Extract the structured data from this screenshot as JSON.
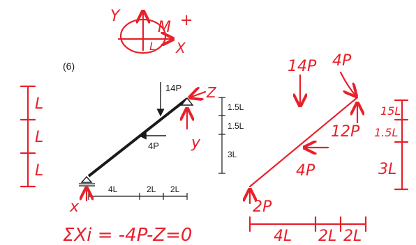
{
  "figure_number": "(6)",
  "colors": {
    "ink": "#1a1a1a",
    "handwriting": "#e8202a"
  },
  "sign_convention": {
    "y_axis": "Y",
    "x_axis": "X",
    "moment": "M",
    "positive": "+",
    "rotation_mark": "L"
  },
  "printed_diagram": {
    "load_vertical": "14P",
    "load_horizontal": "4P",
    "vertical_dims": [
      "1.5L",
      "1.5L",
      "3L"
    ],
    "horizontal_dims": [
      "4L",
      "2L",
      "2L"
    ]
  },
  "handwritten_annotations": {
    "top_reaction": "Z",
    "top_vertical_reaction": "y",
    "bottom_reaction": "x",
    "left_dims": [
      "L",
      "L",
      "L"
    ],
    "equation": "ΣXi = -4P-Z=0"
  },
  "free_body_sketch": {
    "load_vertical": "14P",
    "load_inclined": "4P",
    "reaction_top": "12P",
    "load_horizontal": "4P",
    "reaction_bottom": "2P",
    "vertical_dims": [
      "15L",
      "1.5L",
      "3L"
    ],
    "horizontal_dims": [
      "4L",
      "2L",
      "2L"
    ]
  }
}
